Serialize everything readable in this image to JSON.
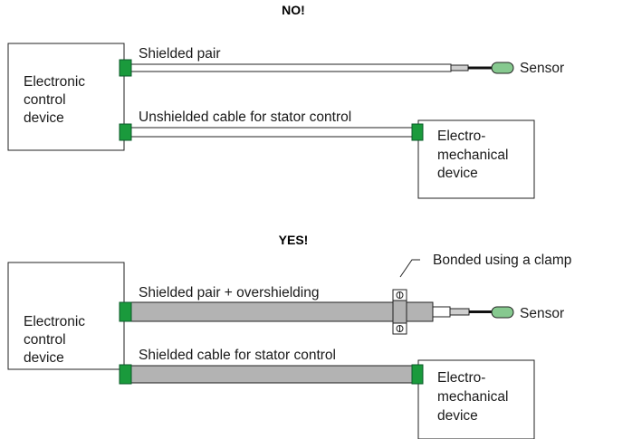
{
  "colors": {
    "connector": "#1a9a3c",
    "overshield": "#b3b3b3",
    "sensor": "#86c98f",
    "outline": "#222222"
  },
  "top": {
    "heading": "NO!",
    "device_label_lines": [
      "Electronic",
      "control",
      "device"
    ],
    "cable1_label": "Shielded pair",
    "cable2_label": "Unshielded cable for stator control",
    "sensor_label": "Sensor",
    "emd_label_lines": [
      "Electro-",
      "mechanical",
      "device"
    ]
  },
  "bottom": {
    "heading": "YES!",
    "clamp_label": "Bonded using a clamp",
    "device_label_lines": [
      "Electronic",
      "control",
      "device"
    ],
    "cable1_label": "Shielded pair + overshielding",
    "cable2_label": "Shielded cable for stator control",
    "sensor_label": "Sensor",
    "emd_label_lines": [
      "Electro-",
      "mechanical",
      "device"
    ]
  }
}
